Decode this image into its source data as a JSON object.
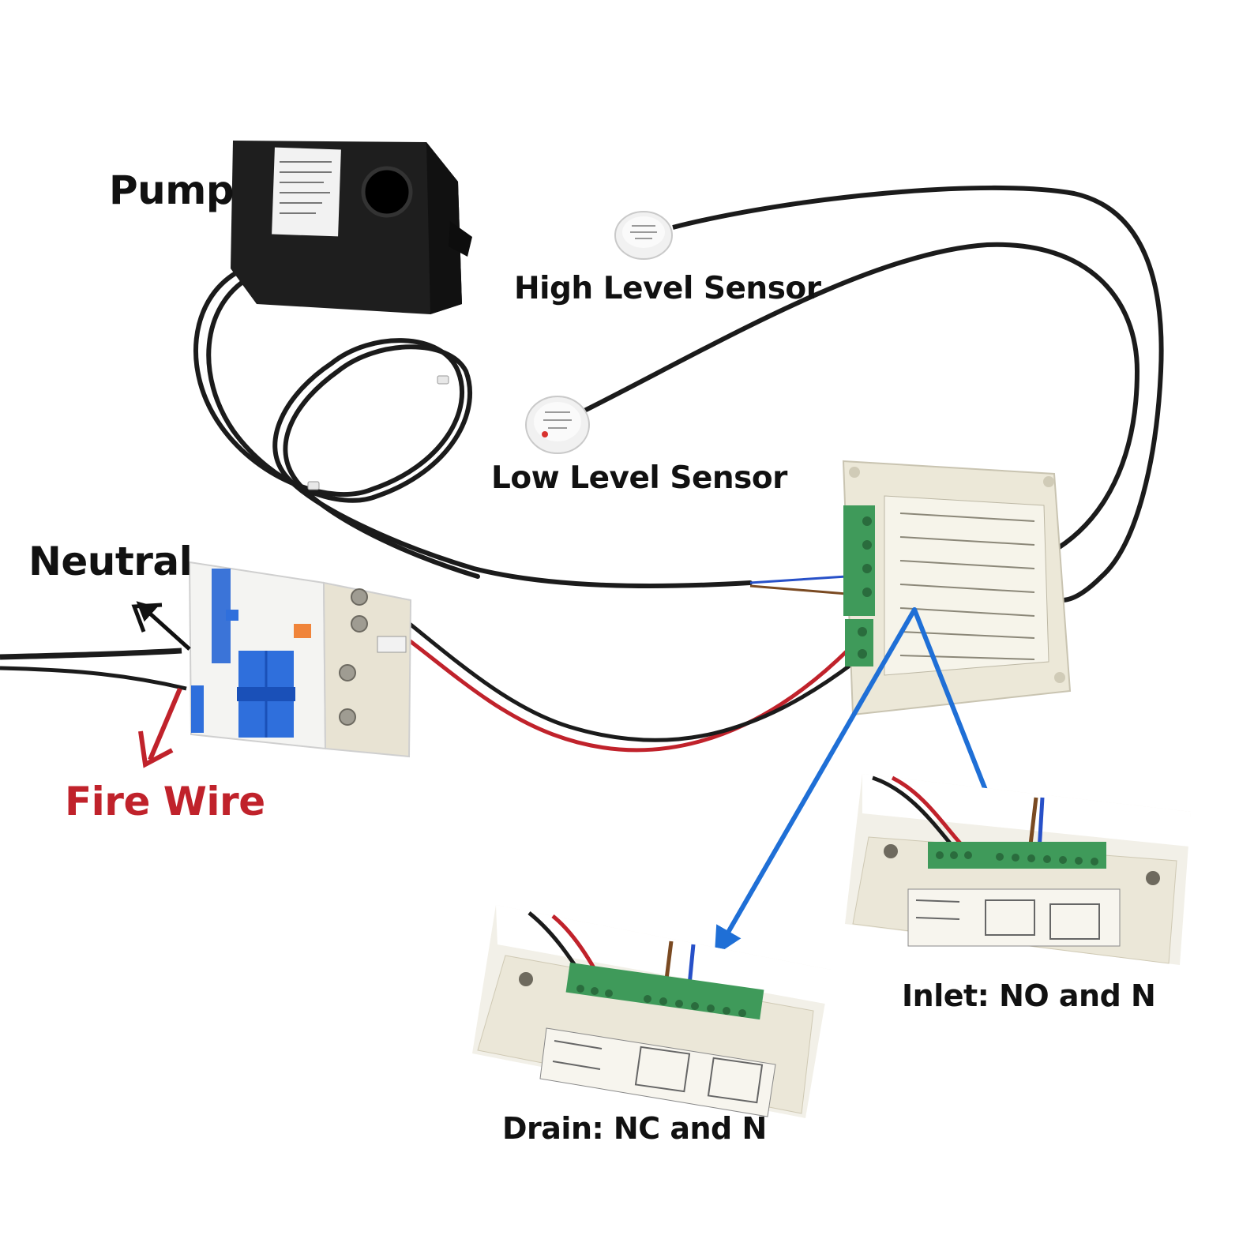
{
  "labels": {
    "pump": "Pump",
    "high_sensor": "High Level Sensor",
    "low_sensor": "Low Level Sensor",
    "neutral": "Neutral",
    "fire_wire": "Fire Wire",
    "inlet": "Inlet: NO and N",
    "drain": "Drain: NC and N"
  },
  "colors": {
    "fire_wire": "#c0222b",
    "arrow_blue": "#1f6fd6",
    "cable": "#1b1b1b",
    "enclosure": "#ece8d8",
    "terminal_green": "#3f9a5a",
    "breaker_blue": "#2f6fdc"
  }
}
